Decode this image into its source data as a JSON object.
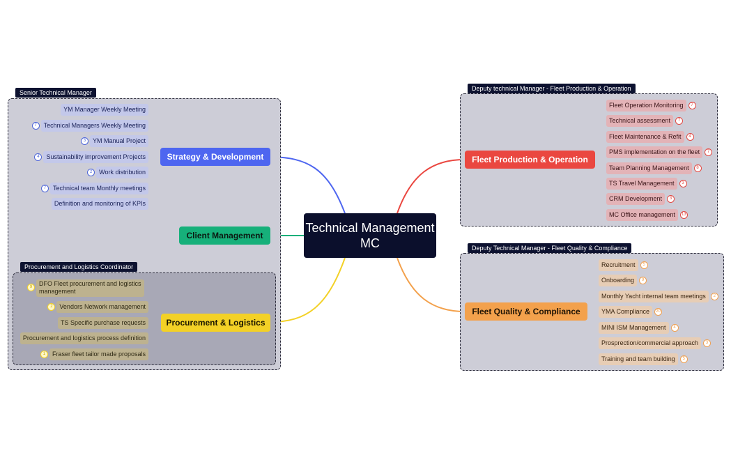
{
  "root": {
    "title": "Technical Management MC"
  },
  "colors": {
    "root": "#0b0f2c",
    "strategy": "#4e66f0",
    "client": "#16b07a",
    "procurement": "#f3d126",
    "fleet_prod": "#ea4740",
    "fleet_quality": "#f3a14c"
  },
  "groups": {
    "senior": {
      "label": "Senior Technical Manager"
    },
    "procurement": {
      "label": "Procurement and Logistics Coordinator"
    },
    "fleet_prod": {
      "label": "Deputy technical Manager - Fleet Production & Operation"
    },
    "fleet_quality": {
      "label": "Deputy Technical Manager - Fleet Quality & Compliance"
    }
  },
  "branches": {
    "strategy": {
      "label": "Strategy & Development"
    },
    "client": {
      "label": "Client Management"
    },
    "procurement": {
      "label": "Procurement & Logistics"
    },
    "fleet_prod": {
      "label": "Fleet Production & Operation"
    },
    "fleet_quality": {
      "label": "Fleet Quality & Compliance"
    }
  },
  "strategy_items": [
    {
      "label": "YM Manager Weekly Meeting",
      "badge": ""
    },
    {
      "label": "Technical Managers Weekly Meeting",
      "badge": "7"
    },
    {
      "label": "YM Manual Project",
      "badge": "3"
    },
    {
      "label": "Sustainability improvement Projects",
      "badge": "4"
    },
    {
      "label": "Work distribution",
      "badge": "2"
    },
    {
      "label": "Technical team Monthly meetings",
      "badge": "7"
    },
    {
      "label": "Definition and monitoring of KPIs",
      "badge": ""
    }
  ],
  "procurement_items": [
    {
      "label": "DFO Fleet procurement and logistics\nmanagement",
      "badge": "9"
    },
    {
      "label": "Vendors Network management",
      "badge": "2"
    },
    {
      "label": "TS Specific purchase requests",
      "badge": ""
    },
    {
      "label": "Procurement and logistics process definition",
      "badge": ""
    },
    {
      "label": "Fraser fleet tailor made proposals",
      "badge": "1"
    }
  ],
  "fleet_prod_items": [
    {
      "label": "Fleet Operation Monitoring",
      "badge": "7"
    },
    {
      "label": "Technical assessment",
      "badge": "7"
    },
    {
      "label": "Fleet Maintenance & Refit",
      "badge": "4"
    },
    {
      "label": "PMS implementation on the fleet",
      "badge": "7"
    },
    {
      "label": "Team Planning Management",
      "badge": "8"
    },
    {
      "label": "TS Travel Management",
      "badge": "3"
    },
    {
      "label": "CRM Development",
      "badge": "3"
    },
    {
      "label": "MC Office management",
      "badge": "13"
    }
  ],
  "fleet_quality_items": [
    {
      "label": "Recruitment",
      "badge": "5"
    },
    {
      "label": "Onboarding",
      "badge": "9"
    },
    {
      "label": "Monthly Yacht internal team meetings",
      "badge": "2"
    },
    {
      "label": "YMA Compliance",
      "badge": "20"
    },
    {
      "label": "MINI ISM Management",
      "badge": "4"
    },
    {
      "label": "Prosprection/commercial approach",
      "badge": "3"
    },
    {
      "label": "Training and team building",
      "badge": "5"
    }
  ]
}
